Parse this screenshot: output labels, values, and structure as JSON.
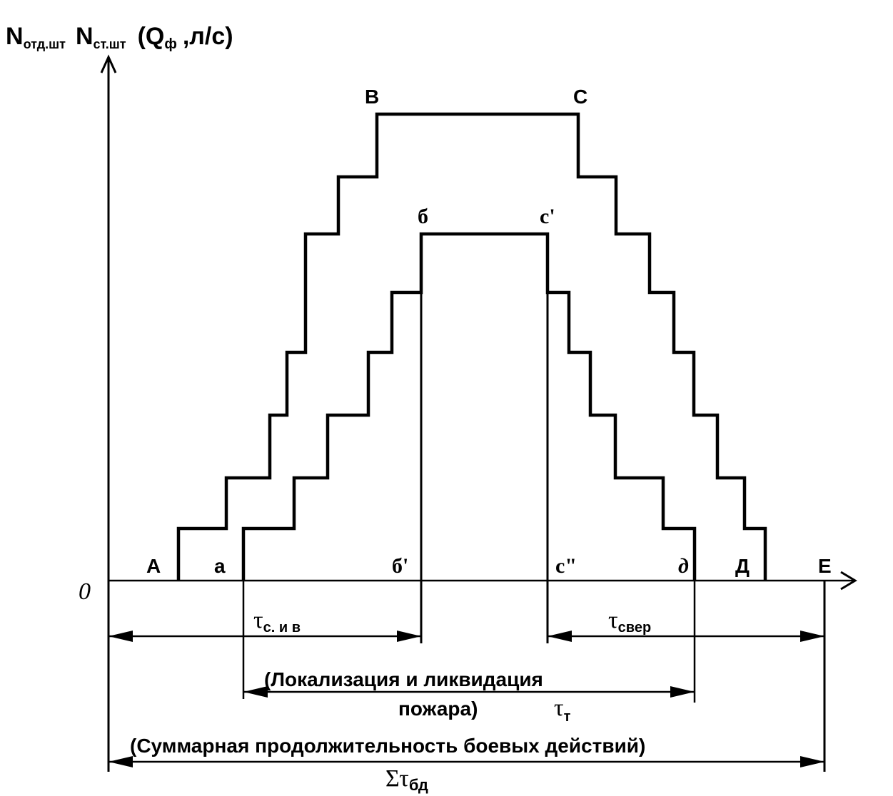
{
  "axis": {
    "y_label_N1": "N",
    "y_label_N1_sub": "отд.шт",
    "y_label_N2": "N",
    "y_label_N2_sub": "ст.шт",
    "y_label_Q_open": "(Q",
    "y_label_Q_sub": "ф",
    "y_label_Q_unit": ",л/с)",
    "origin": "0"
  },
  "points": {
    "A": "А",
    "a": "а",
    "b_prime": "б'",
    "c_dprime": "с\"",
    "d_small": "д",
    "D": "Д",
    "E": "Е",
    "B": "В",
    "C": "С",
    "b": "б",
    "c_prime": "с'"
  },
  "intervals": {
    "tau": "τ",
    "tau_siv_sub": "с. и в",
    "tau_sver_sub": "свер",
    "tau_t_sub": "т",
    "localization_line1": "(Локализация и ликвидация",
    "localization_line2": "пожара)",
    "total_label": "(Суммарная продолжительность боевых действий)",
    "sigma": "Στ",
    "sigma_sub": "бд"
  }
}
